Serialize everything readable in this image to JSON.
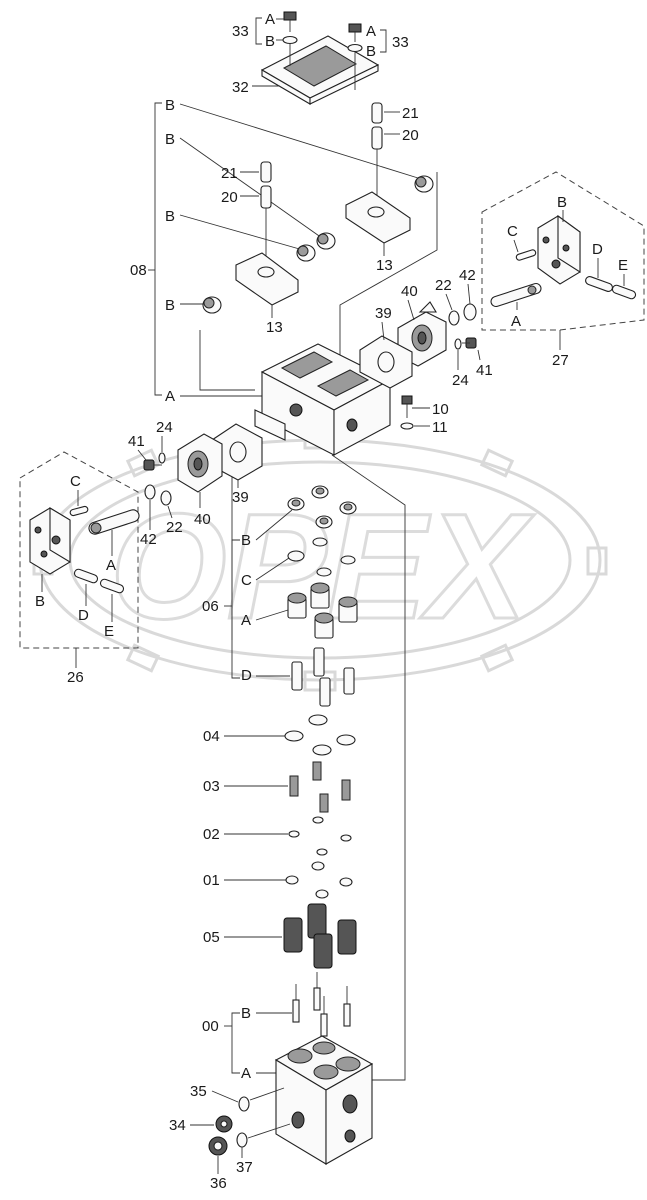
{
  "diagram": {
    "labels": {
      "p33_left": "33",
      "p33_right": "33",
      "a_33l": "A",
      "b_33l": "B",
      "a_33r": "A",
      "b_33r": "B",
      "p32": "32",
      "p21_top": "21",
      "p20_top": "20",
      "b_1": "B",
      "b_2": "B",
      "b_3": "B",
      "b_4": "B",
      "p21_mid": "21",
      "p20_mid": "20",
      "p08": "08",
      "p13_right": "13",
      "p13_left": "13",
      "a_08": "A",
      "b_27": "B",
      "c_27": "C",
      "d_27": "D",
      "e_27": "E",
      "a_27": "A",
      "p27": "27",
      "p22_r": "22",
      "p42_r": "42",
      "p40_r": "40",
      "p39_r": "39",
      "p24_r": "24",
      "p41_r": "41",
      "p10": "10",
      "p11": "11",
      "p41_l": "41",
      "p24_l": "24",
      "p39_l": "39",
      "p40_l": "40",
      "p42_l": "42",
      "p22_l": "22",
      "c_26": "C",
      "a_26": "A",
      "b_26": "B",
      "d_26": "D",
      "e_26": "E",
      "p26": "26",
      "b_06": "B",
      "c_06": "C",
      "p06": "06",
      "a_06": "A",
      "d_06": "D",
      "p04": "04",
      "p03": "03",
      "p02": "02",
      "p01": "01",
      "p05": "05",
      "b_00": "B",
      "p00": "00",
      "a_00": "A",
      "p35": "35",
      "p34": "34",
      "p36": "36",
      "p37": "37"
    },
    "watermark": {
      "text": "OPEX"
    }
  }
}
